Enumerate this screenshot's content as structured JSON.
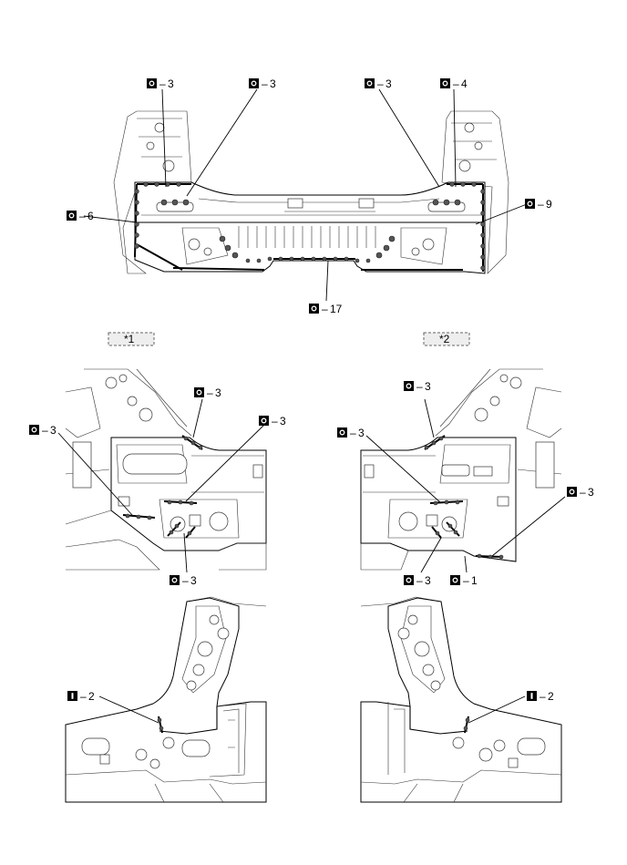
{
  "symbols": {
    "spot_weld": "o",
    "arc_weld": "I"
  },
  "colors": {
    "line": "#000000",
    "weld_fill": "#555555",
    "callout_box": "#000000",
    "tag_fill": "#eeeeee"
  },
  "top_view": {
    "callouts": [
      {
        "symbol": "o",
        "sep": "–",
        "num": "3"
      },
      {
        "symbol": "o",
        "sep": "–",
        "num": "3"
      },
      {
        "symbol": "o",
        "sep": "–",
        "num": "3"
      },
      {
        "symbol": "o",
        "sep": "–",
        "num": "4"
      },
      {
        "symbol": "o",
        "sep": "–",
        "num": "6"
      },
      {
        "symbol": "o",
        "sep": "–",
        "num": "9"
      },
      {
        "symbol": "o",
        "sep": "–",
        "num": "17"
      }
    ]
  },
  "variants": [
    {
      "tag": "*1",
      "callouts": [
        {
          "symbol": "o",
          "sep": "–",
          "num": "3"
        },
        {
          "symbol": "o",
          "sep": "–",
          "num": "3"
        },
        {
          "symbol": "o",
          "sep": "–",
          "num": "3"
        },
        {
          "symbol": "o",
          "sep": "–",
          "num": "3"
        }
      ],
      "bottom_callout": {
        "symbol": "I",
        "sep": "–",
        "num": "2"
      }
    },
    {
      "tag": "*2",
      "callouts": [
        {
          "symbol": "o",
          "sep": "–",
          "num": "3"
        },
        {
          "symbol": "o",
          "sep": "–",
          "num": "3"
        },
        {
          "symbol": "o",
          "sep": "–",
          "num": "3"
        },
        {
          "symbol": "o",
          "sep": "–",
          "num": "3"
        },
        {
          "symbol": "o",
          "sep": "–",
          "num": "1"
        }
      ],
      "bottom_callout": {
        "symbol": "I",
        "sep": "–",
        "num": "2"
      }
    }
  ]
}
